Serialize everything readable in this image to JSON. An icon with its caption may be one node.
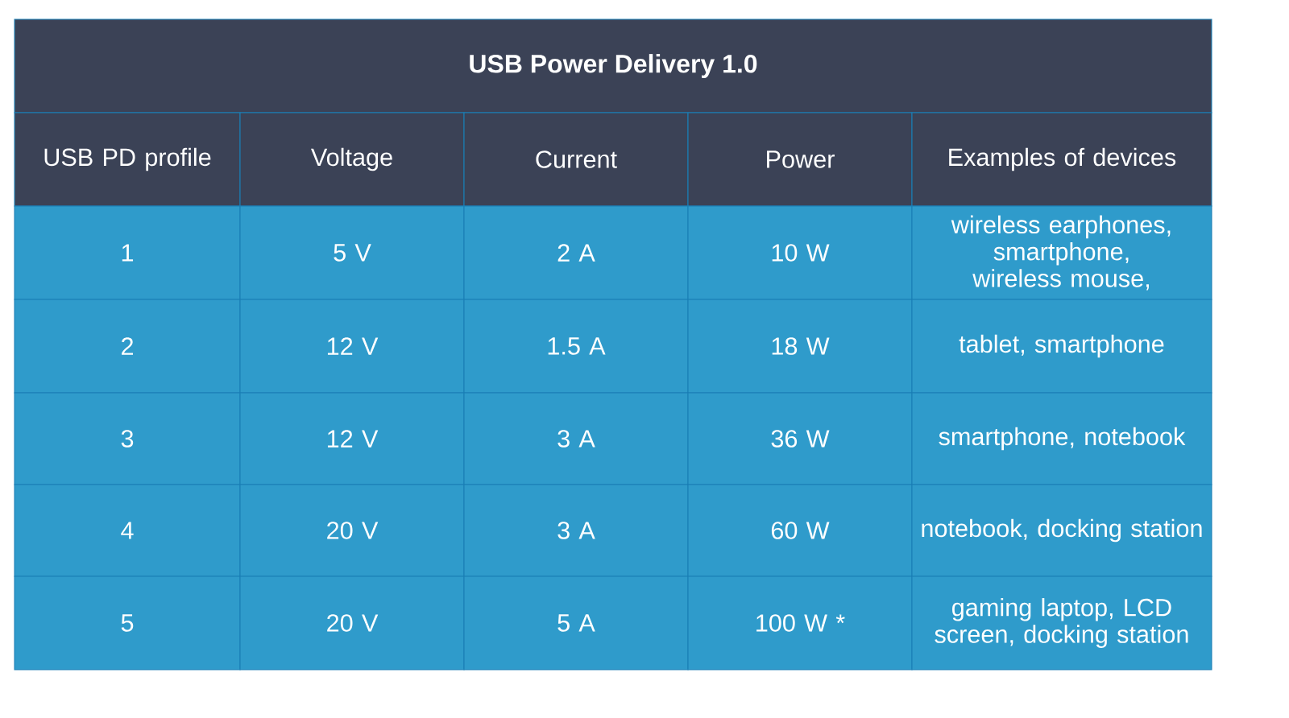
{
  "diagram": {
    "title": "USB Power Delivery 1.0",
    "labels": [
      "USB PD profile",
      "Voltage",
      "Current",
      "Power",
      "Examples of devices",
      "1",
      "5 V",
      "2 A",
      "10 W",
      "wireless earphones, smartphone, wireless mouse,",
      "2",
      "12 V",
      "1.5 A",
      "18 W",
      "tablet, smartphone",
      "3",
      "12 V",
      "3 A",
      "36 W",
      "smartphone, notebook",
      "4",
      "20 V",
      "3 A",
      "60 W",
      "notebook, docking station",
      "5",
      "20 V",
      "5 A",
      "100 W *",
      "gaming laptop, LCD screen, docking station"
    ]
  }
}
